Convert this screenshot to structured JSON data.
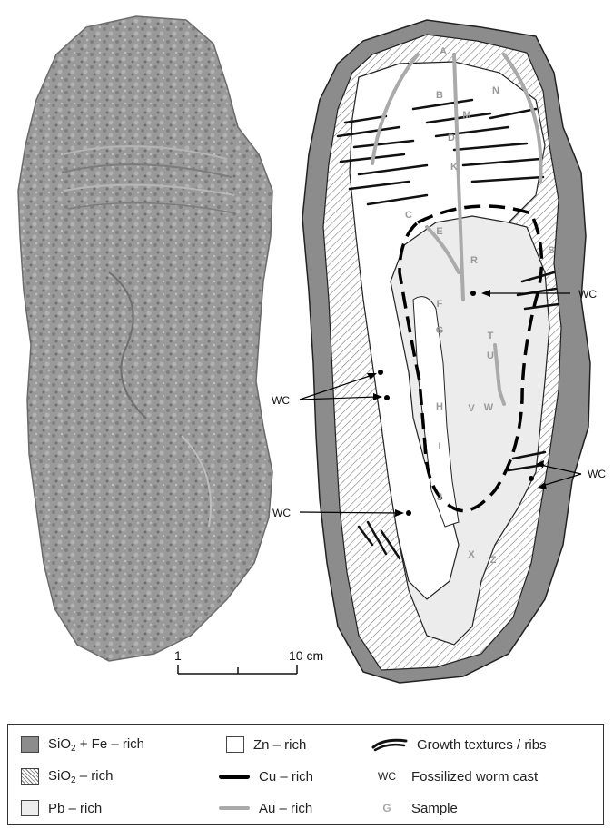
{
  "figure": {
    "photo_alt": "Photograph of chimney specimen",
    "scale_bar": {
      "label_start": "1",
      "label_end": "10 cm"
    },
    "wc_labels": [
      "WC",
      "WC",
      "WC",
      "WC"
    ],
    "sample_labels": [
      "A",
      "B",
      "C",
      "D",
      "E",
      "F",
      "G",
      "H",
      "I",
      "J",
      "K",
      "M",
      "N",
      "R",
      "S",
      "T",
      "U",
      "V",
      "W",
      "X",
      "Z"
    ],
    "colors": {
      "sio2_fe": "#8c8c8c",
      "pb": "#ececec",
      "zn": "#ffffff",
      "cu": "#000000",
      "au": "#aaaaaa",
      "sample": "#aaaaaa"
    }
  },
  "legend": {
    "sio2_fe": {
      "formula": "SiO",
      "sub": "2",
      "rest": " + Fe – rich"
    },
    "sio2": {
      "formula": "SiO",
      "sub": "2",
      "rest": " – rich"
    },
    "pb": "Pb – rich",
    "zn": "Zn – rich",
    "cu": "Cu – rich",
    "au": "Au – rich",
    "growth": "Growth textures / ribs",
    "wc_key": "WC",
    "wc": "Fossilized worm cast",
    "g_key": "G",
    "sample": "Sample"
  }
}
